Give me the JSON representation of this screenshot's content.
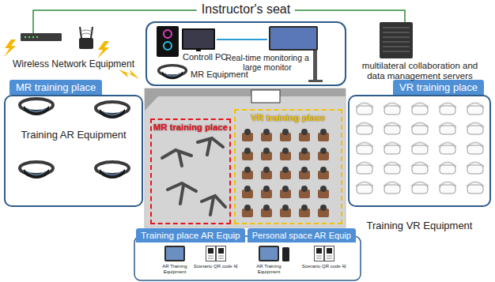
{
  "diagram": {
    "nodes": [
      {
        "text": [
          "Instructor's seat"
        ]
      },
      {
        "text": [
          "MR training place",
          "Training AR Equipment"
        ]
      },
      {
        "text": [
          "MR training place"
        ]
      },
      {
        "text": [
          "VR training place"
        ]
      },
      {
        "text": [
          "VR training place"
        ]
      },
      {
        "text": [
          "Training place AR Equip"
        ]
      },
      {
        "text": [
          "Personal space AR Equip"
        ]
      }
    ],
    "labels": [
      "Wireless Network Equipment",
      "Controll PC",
      "MR Equipment",
      "Real-time monitoring a large monitor",
      "multilateral collaboration and data management servers",
      "Training VR Equipment",
      "AR Training Equipment",
      "Scenario QR code 북",
      "AR Training Equipment",
      "Scenario QR code 북"
    ]
  }
}
